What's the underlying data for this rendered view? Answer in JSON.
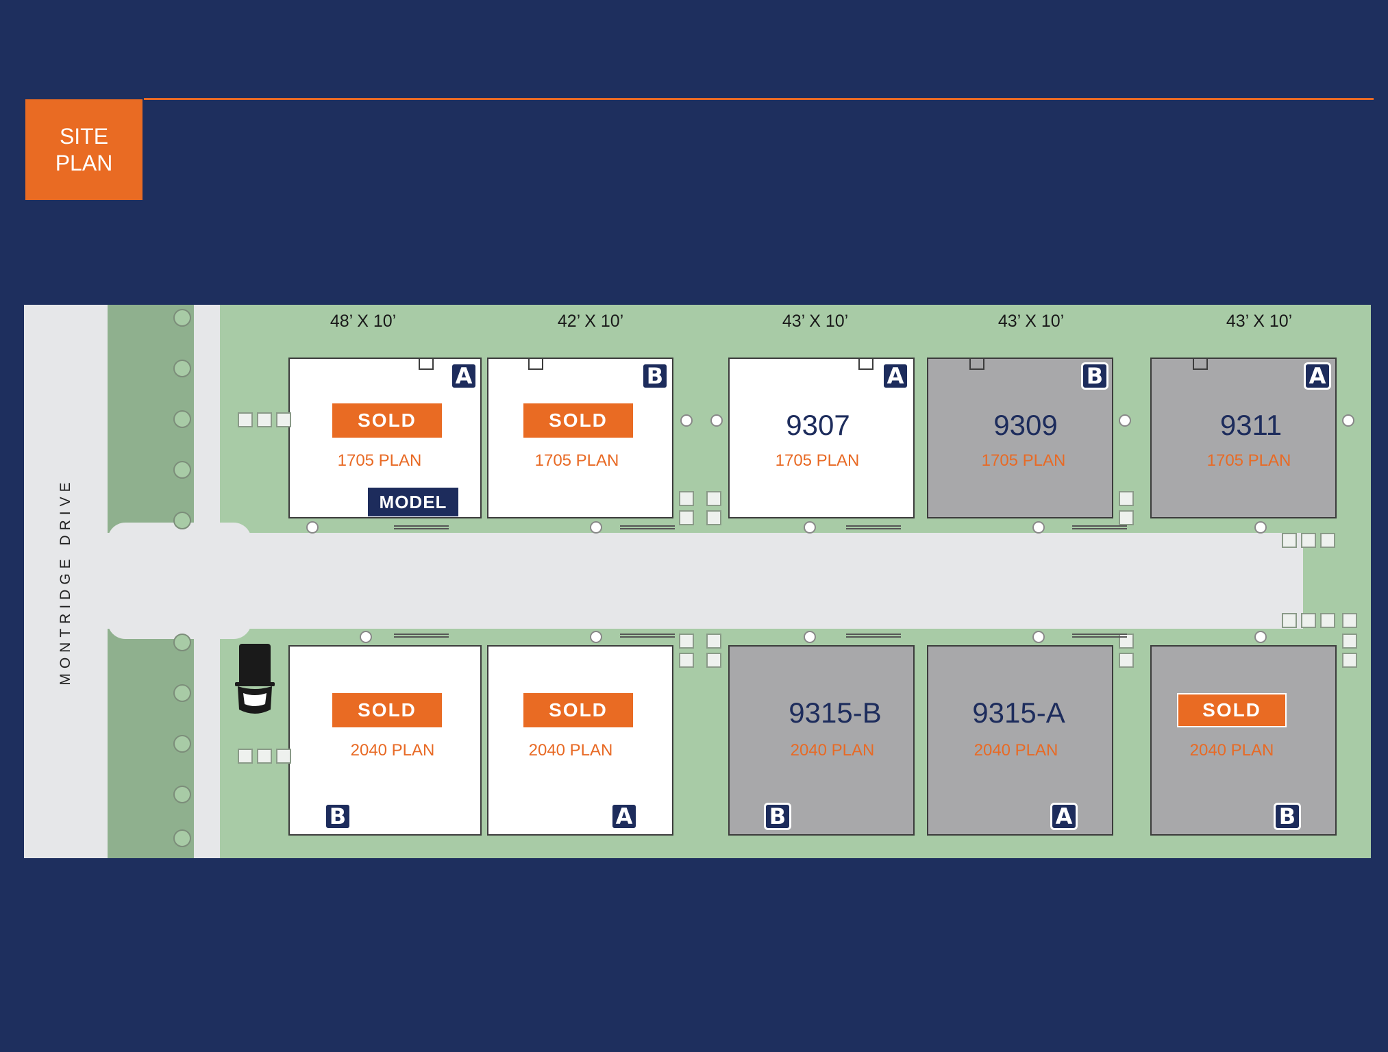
{
  "header": {
    "badge_line1": "SITE",
    "badge_line2": "PLAN"
  },
  "street": {
    "name": "MONTRIDGE DRIVE"
  },
  "dimensions": [
    "48’ X 10’",
    "42’ X 10’",
    "43’ X 10’",
    "43’ X 10’",
    "43’ X 10’"
  ],
  "top_row": [
    {
      "lot_letter": "A",
      "status": "SOLD",
      "plan": "1705 PLAN",
      "badge": "MODEL"
    },
    {
      "lot_letter": "B",
      "status": "SOLD",
      "plan": "1705 PLAN"
    },
    {
      "lot_letter": "A",
      "lot_number": "9307",
      "plan": "1705 PLAN"
    },
    {
      "lot_letter": "B",
      "lot_number": "9309",
      "plan": "1705 PLAN"
    },
    {
      "lot_letter": "A",
      "lot_number": "9311",
      "plan": "1705 PLAN"
    }
  ],
  "bottom_row": [
    {
      "lot_letter": "B",
      "status": "SOLD",
      "plan": "2040 PLAN"
    },
    {
      "lot_letter": "A",
      "status": "SOLD",
      "plan": "2040 PLAN"
    },
    {
      "lot_letter": "B",
      "lot_number": "9315-B",
      "plan": "2040 PLAN"
    },
    {
      "lot_letter": "A",
      "lot_number": "9315-A",
      "plan": "2040 PLAN"
    },
    {
      "lot_letter": "B",
      "status": "SOLD",
      "plan": "2040 PLAN"
    }
  ],
  "colors": {
    "background": "#1e2f5e",
    "accent_orange": "#e96b23",
    "lawn_green": "#a8cba6",
    "available_unit": "#a8a8aa",
    "sold_unit": "#ffffff",
    "lot_badge_navy": "#1d2c5c"
  }
}
